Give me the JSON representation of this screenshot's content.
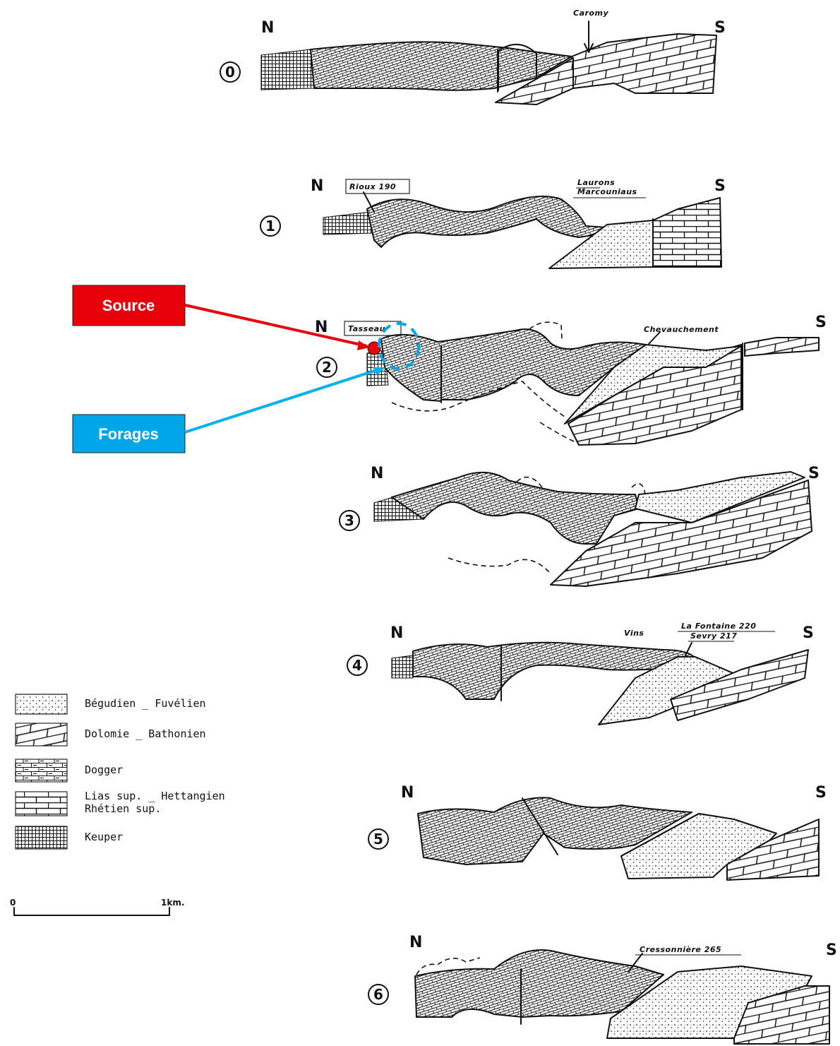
{
  "directions": {
    "north": "N",
    "south": "S"
  },
  "sections": [
    {
      "number": "0",
      "labels": [
        "Caromy"
      ]
    },
    {
      "number": "1",
      "labels": [
        "Rioux 190",
        "Laurons",
        "Marcouniaus"
      ]
    },
    {
      "number": "2",
      "labels": [
        "Tasseau",
        "Chevauchement"
      ]
    },
    {
      "number": "3",
      "labels": []
    },
    {
      "number": "4",
      "labels": [
        "Vins",
        "La Fontaine 220",
        "Sevry 217"
      ]
    },
    {
      "number": "5",
      "labels": []
    },
    {
      "number": "6",
      "labels": [
        "Cressonnière 265"
      ]
    }
  ],
  "annotations": {
    "source": {
      "label": "Source",
      "color": "#e8000a",
      "arrow_color": "#e8000a"
    },
    "forages": {
      "label": "Forages",
      "color": "#00a6e8",
      "arrow_color": "#00b0f0"
    }
  },
  "legend": [
    {
      "pattern": "dots",
      "label": "Bégudien _ Fuvélien"
    },
    {
      "pattern": "dolomite",
      "label": "Dolomie _ Bathonien"
    },
    {
      "pattern": "dogger",
      "label": "Dogger"
    },
    {
      "pattern": "bricks",
      "label": "Lias sup. _ Hettangien",
      "label2": "Rhétien sup."
    },
    {
      "pattern": "grid",
      "label": "Keuper"
    }
  ],
  "scale": {
    "start": "0",
    "end": "1km."
  }
}
